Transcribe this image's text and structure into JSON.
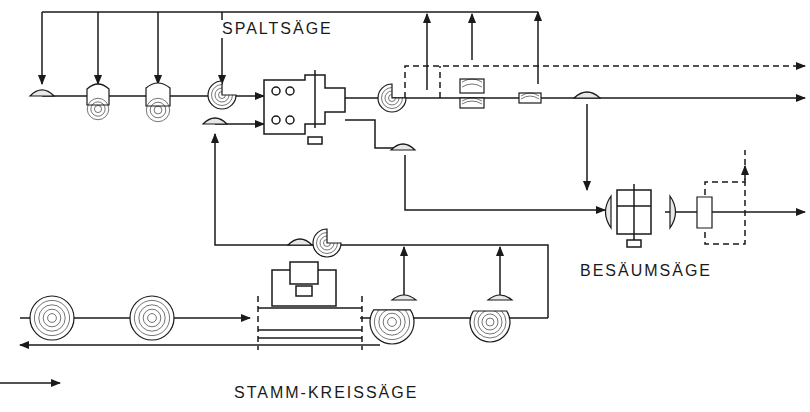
{
  "diagram": {
    "labels": [
      "SPALTSÄGE",
      "BESÄUMSÄGE",
      "STAMM-KREISSÄGE"
    ]
  }
}
